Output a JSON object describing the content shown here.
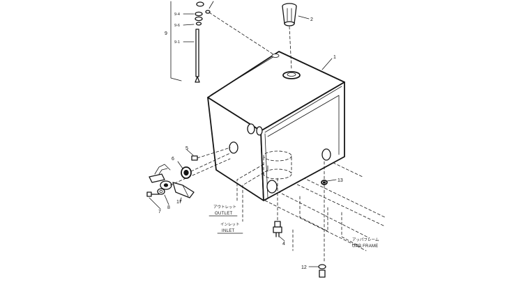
{
  "parts": {
    "p1": "1",
    "p2": "2",
    "p4": "4",
    "p5": "5",
    "p6": "6",
    "p7": "7",
    "p8": "8",
    "p9": "9",
    "p9_1": "9-1",
    "p9_4": "9-4",
    "p9_6": "9-6",
    "p12": "12",
    "p13": "13",
    "p17": "17"
  },
  "captions": {
    "outlet_jp": "アウトレット",
    "outlet": "OUTLET",
    "inlet_jp": "インレット",
    "inlet": "INLET",
    "frame_jp": "アッパフレーム",
    "frame": "UPP FRAME"
  }
}
